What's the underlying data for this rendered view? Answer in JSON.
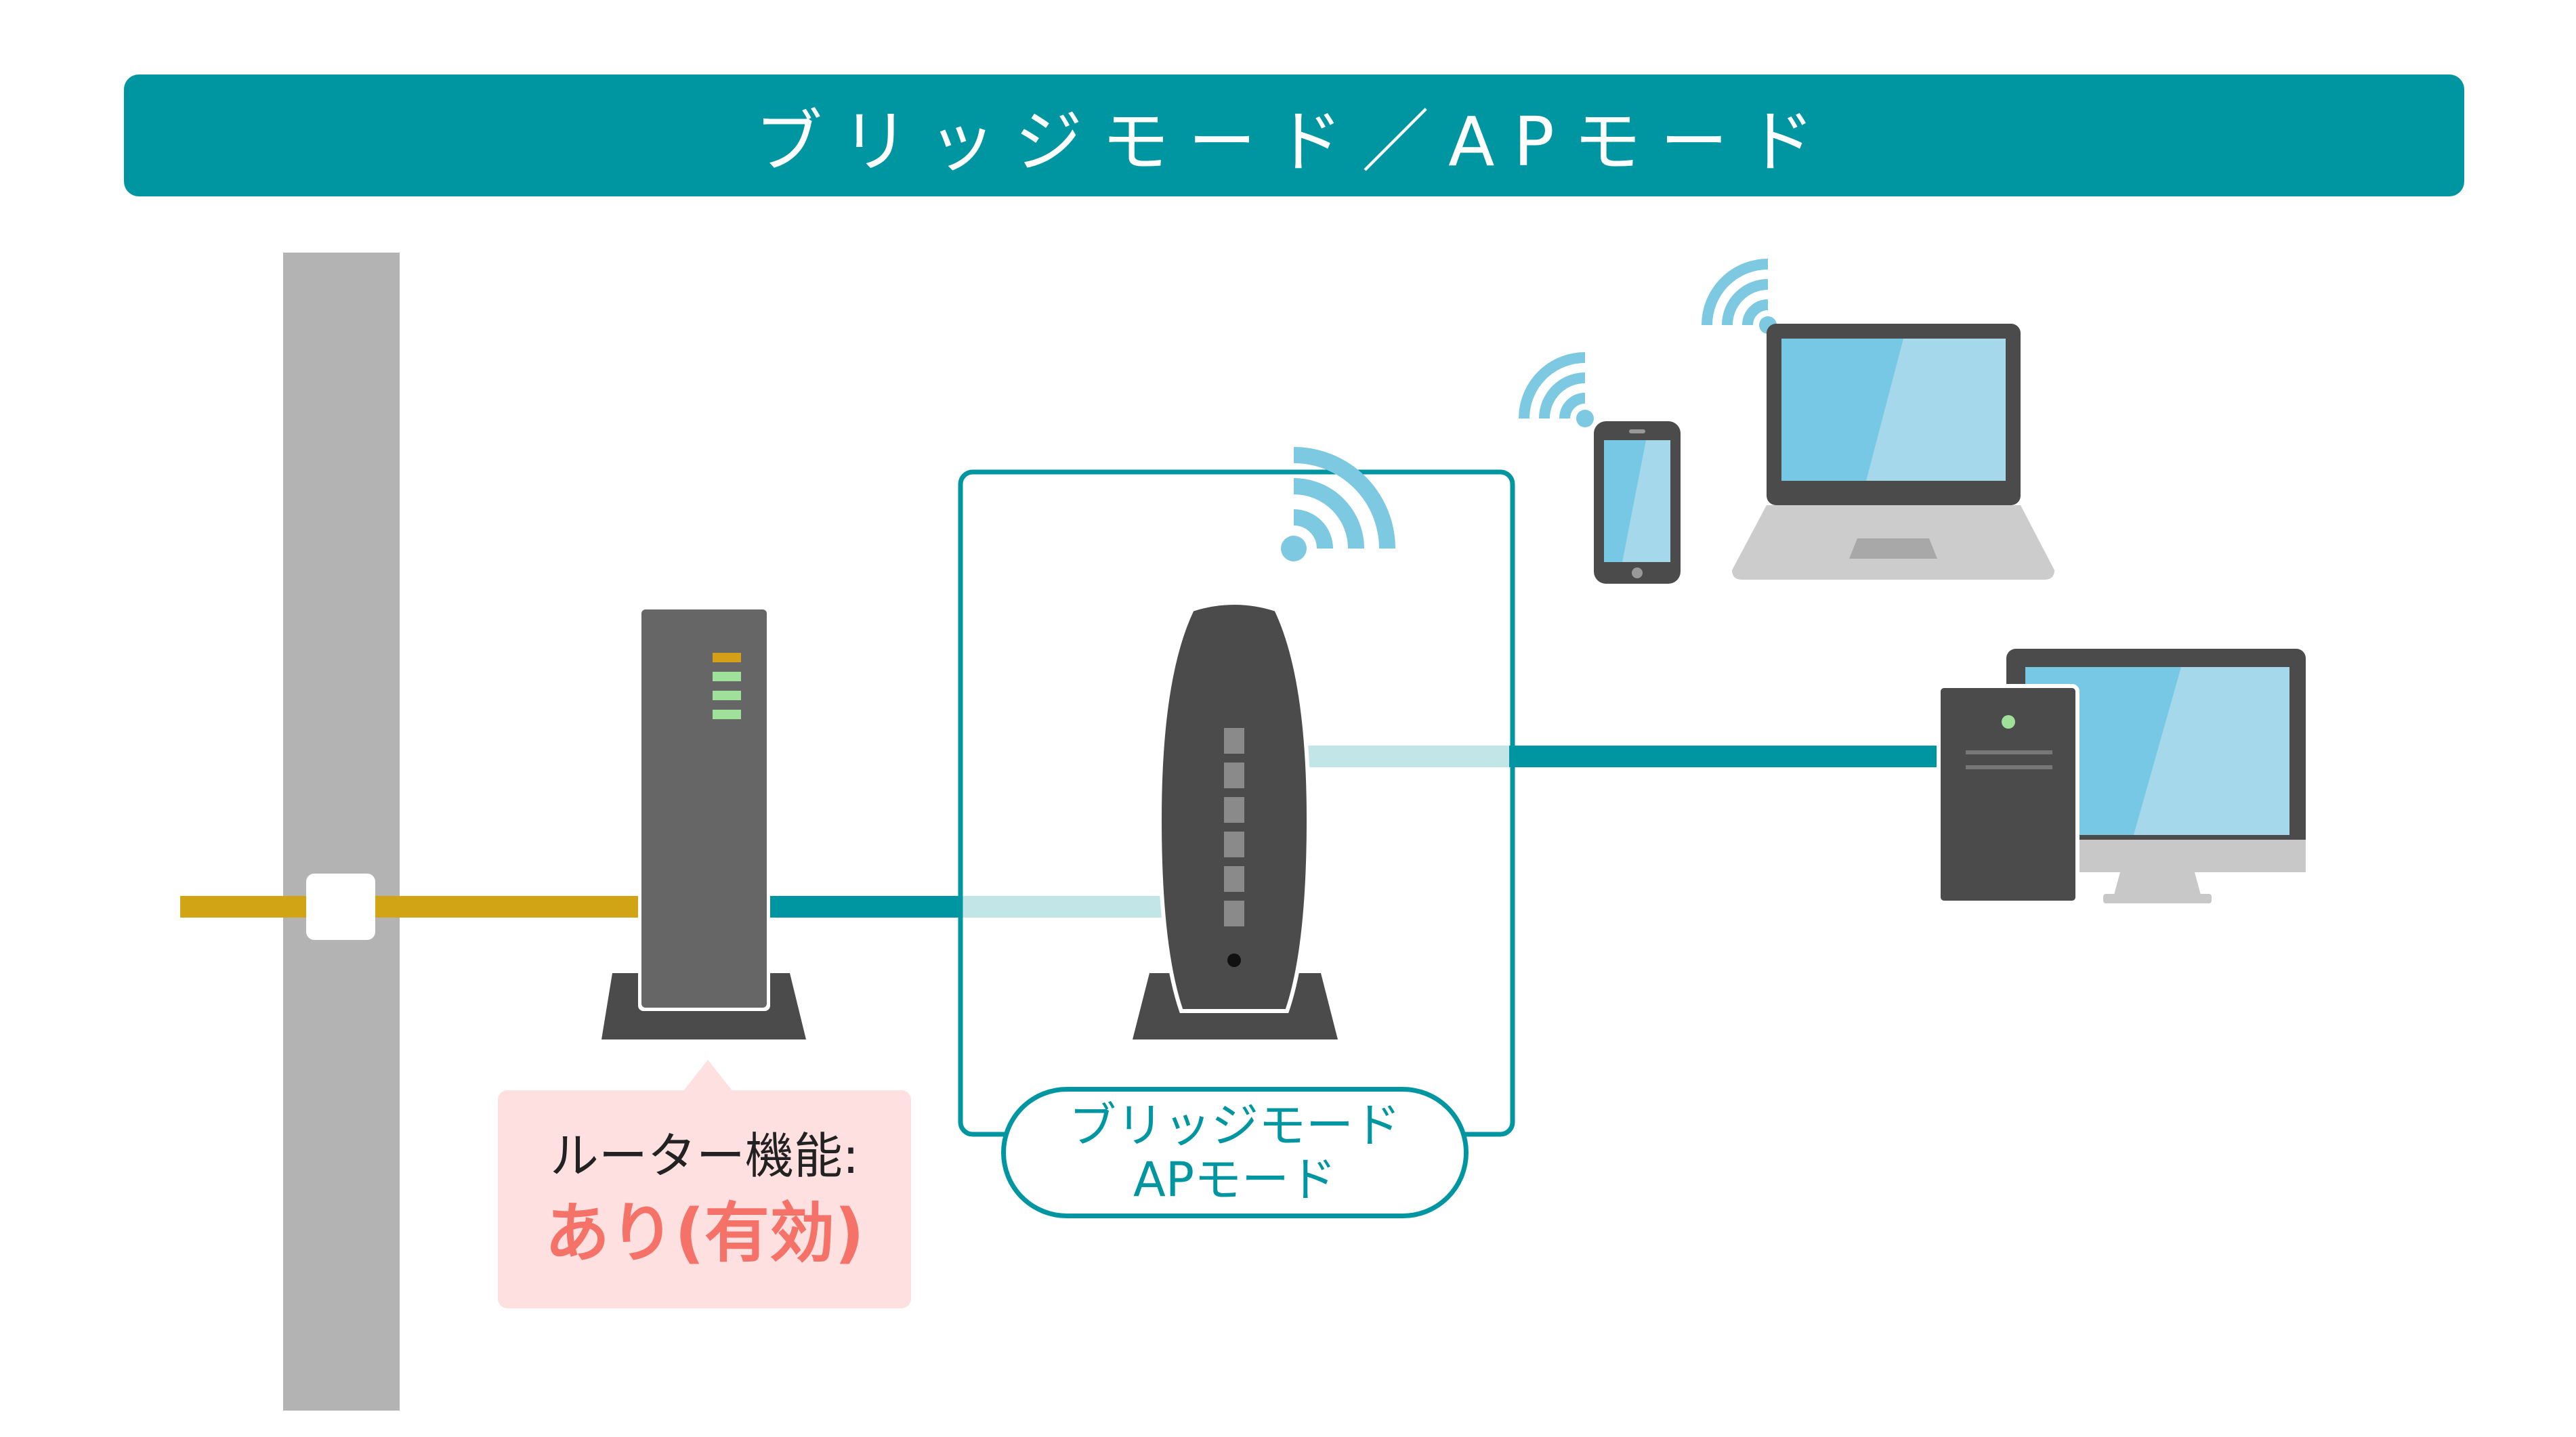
{
  "header": {
    "title": "ブリッジモード／APモード"
  },
  "router": {
    "function_label": "ルーター機能:",
    "function_value": "あり(有効)"
  },
  "access_point": {
    "mode_line1": "ブリッジモード",
    "mode_line2": "APモード"
  },
  "icons": {
    "wall": "wall-outlet-icon",
    "router": "router-icon",
    "access_point": "wifi-router-icon",
    "smartphone": "smartphone-icon",
    "laptop": "laptop-icon",
    "desktop": "desktop-pc-icon",
    "signal": "wifi-signal-icon"
  },
  "colors": {
    "header_bg": "#0096a1",
    "teal": "#0096a1",
    "teal_light": "#c2e5e8",
    "wan_cable": "#d0a415",
    "wall": "#b3b3b3",
    "device_dark": "#4b4b4b",
    "device_mid": "#666666",
    "screen": "#76c8e5",
    "wifi": "#7cc9e1",
    "callout_bg": "#fde0df",
    "callout_accent": "#f47267",
    "led_amber": "#d4a017",
    "led_green": "#9fe09a"
  }
}
